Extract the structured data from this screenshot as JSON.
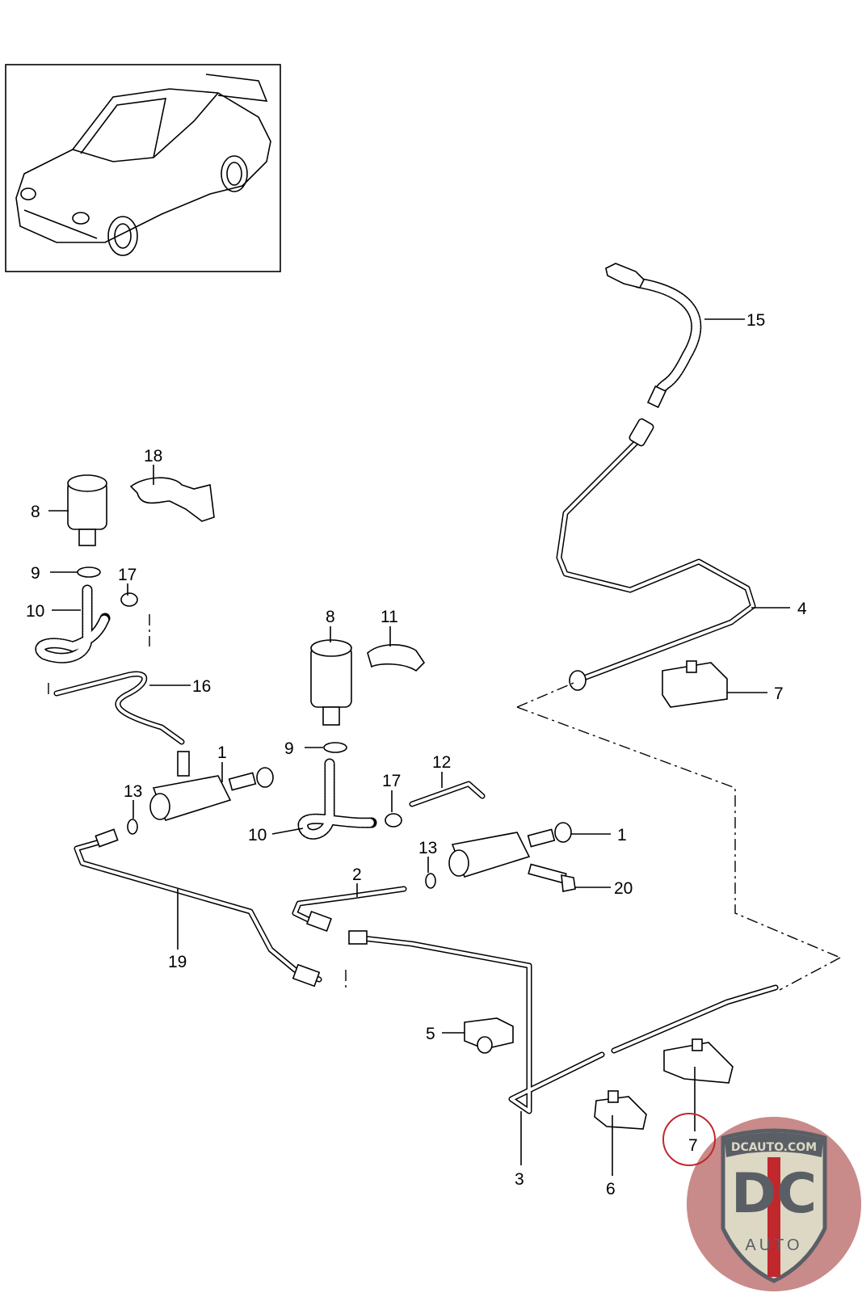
{
  "diagram": {
    "callouts": [
      "15",
      "18",
      "8",
      "9",
      "17",
      "10",
      "16",
      "8",
      "11",
      "4",
      "7",
      "9",
      "1",
      "12",
      "17",
      "13",
      "10",
      "1",
      "13",
      "2",
      "20",
      "19",
      "5",
      "3",
      "6",
      "7"
    ],
    "highlighted_callout": "7",
    "highlight_color": "#c0282d"
  },
  "watermark": {
    "site": "DCAUTO.COM",
    "initials": "DC",
    "word": "AUTO",
    "colors": {
      "red": "#c0282d",
      "gray": "#5a5f66",
      "cream": "#ddd8c4",
      "background": "#c98a8a"
    }
  }
}
